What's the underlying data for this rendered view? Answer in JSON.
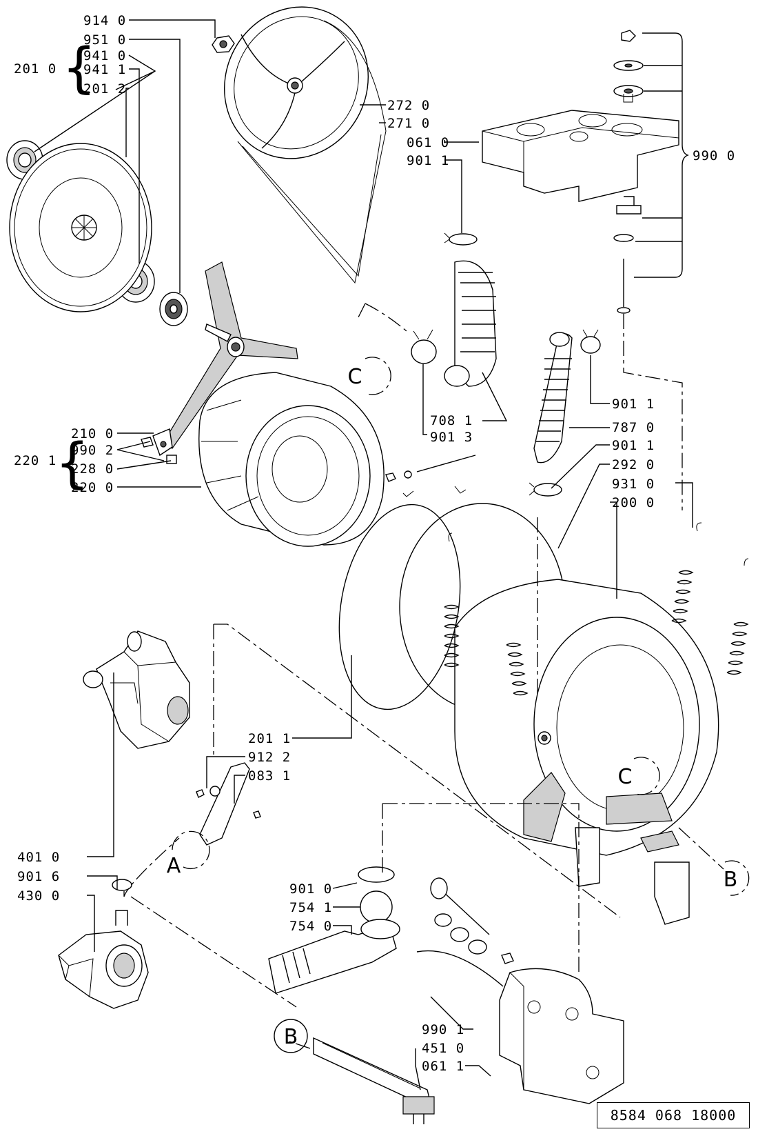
{
  "labels": {
    "914_0": "914 0",
    "951_0": "951 0",
    "941_0": "941 0",
    "941_1": "941 1",
    "201_2": "201 2",
    "201_0": "201 0",
    "272_0": "272 0",
    "271_0": "271 0",
    "061_0": "061 0",
    "901_1a": "901 1",
    "990_0": "990 0",
    "708_1": "708 1",
    "901_3": "901 3",
    "901_1b": "901 1",
    "787_0": "787 0",
    "901_1c": "901 1",
    "292_0": "292 0",
    "931_0": "931 0",
    "200_0": "200 0",
    "210_0": "210 0",
    "990_2": "990 2",
    "228_0": "228 0",
    "220_0": "220 0",
    "220_1": "220 1",
    "201_1": "201 1",
    "912_2": "912 2",
    "083_1": "083 1",
    "401_0": "401 0",
    "901_6": "901 6",
    "430_0": "430 0",
    "901_0": "901 0",
    "754_1": "754 1",
    "754_0": "754 0",
    "990_1": "990 1",
    "451_0": "451 0",
    "061_1": "061 1"
  },
  "markers": {
    "A": "A",
    "B": "B",
    "C": "C"
  },
  "footer": {
    "code": "8584 068 18000"
  }
}
